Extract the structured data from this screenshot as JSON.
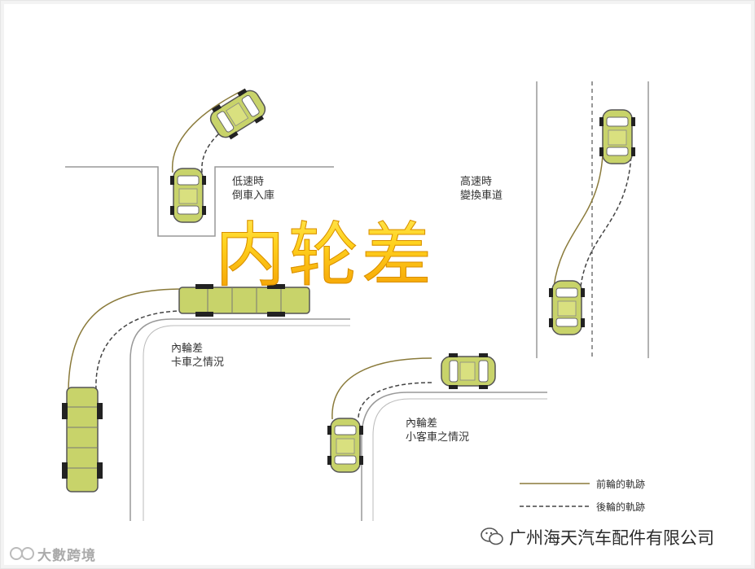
{
  "title": "内轮差",
  "labels": {
    "low_speed_line1": "低速時",
    "low_speed_line2": "倒車入庫",
    "high_speed_line1": "高速時",
    "high_speed_line2": "變換車道",
    "truck_line1": "內輪差",
    "truck_line2": "卡車之情況",
    "car_line1": "內輪差",
    "car_line2": "小客車之情況"
  },
  "legend": {
    "front_track": "前輪的軌跡",
    "rear_track": "後輪的軌跡"
  },
  "watermark_left": "大數跨境",
  "watermark_right": "广州海天汽车配件有限公司",
  "colors": {
    "vehicle_body": "#c8d36a",
    "vehicle_outline": "#555555",
    "title_gold": "#ffd21e",
    "road_line": "#999999",
    "front_track_line": "#8a7a3a",
    "rear_track_line": "#444444"
  }
}
